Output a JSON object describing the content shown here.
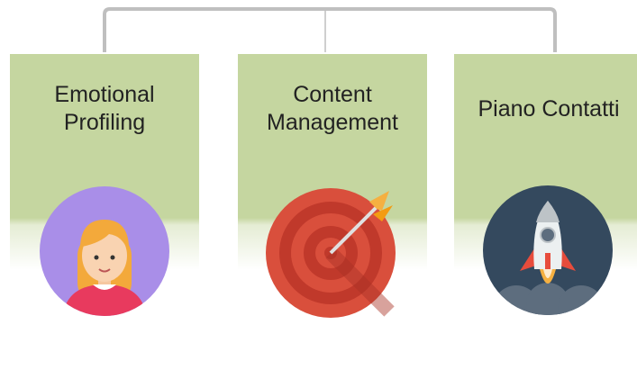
{
  "diagram": {
    "boxes": [
      {
        "label": "Emotional\nProfiling",
        "icon": "woman-avatar-icon"
      },
      {
        "label": "Content\nManagement",
        "icon": "target-arrow-icon"
      },
      {
        "label": "Piano Contatti",
        "icon": "rocket-icon"
      }
    ]
  },
  "colors": {
    "box_fill": "#c5d6a0",
    "connector": "#bfbfbf",
    "avatar_bg": "#a98ee8",
    "target_red": "#d94f3c",
    "rocket_bg": "#34495e"
  }
}
